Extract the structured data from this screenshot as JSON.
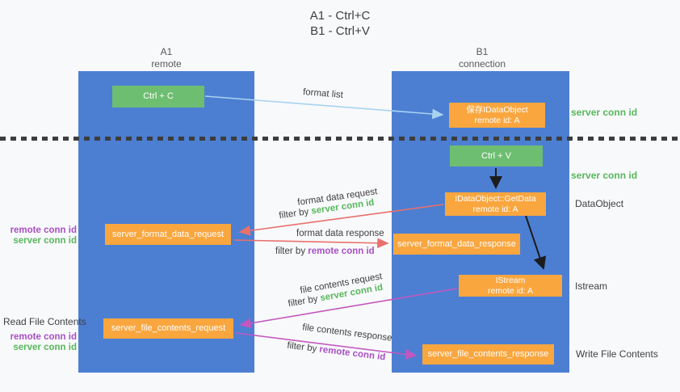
{
  "palette": {
    "background": "#f8f9fb",
    "column_blue": "#4c7fd2",
    "box_green": "#6ebe71",
    "box_orange": "#f9a63f",
    "text_dark": "#3f3f3f",
    "text_green": "#57b75b",
    "text_purple": "#a94fc4",
    "arrow_blue": "#a8d3f0",
    "arrow_red": "#e8706c",
    "arrow_purple": "#c257bf",
    "arrow_black": "#1c1c1c"
  },
  "title": {
    "line1": "A1 - Ctrl+C",
    "line2": "B1 - Ctrl+V"
  },
  "columns": {
    "left": {
      "name": "A1",
      "role": "remote"
    },
    "right": {
      "name": "B1",
      "role": "connection"
    }
  },
  "nodes": {
    "ctrl_c": "Ctrl + C",
    "ctrl_v": "Ctrl + V",
    "save_dataobject": {
      "line1": "保存IDataObject",
      "line2": "remote id: A"
    },
    "getdata": {
      "line1": "IDataObject::GetData",
      "line2": "remote id: A"
    },
    "istream": {
      "line1": "IStream",
      "line2": "remote id: A"
    },
    "format_request": "server_format_data_request",
    "format_response": "server_format_data_response",
    "file_request": "server_file_contents_request",
    "file_response": "server_file_contents_response"
  },
  "arrow_labels": {
    "format_list": "format list",
    "format_data_request": "format data request",
    "format_data_response": "format data response",
    "file_contents_request": "file contents request",
    "file_contents_response": "file contents response",
    "filter_by": "filter by ",
    "server_conn_id": "server conn id",
    "remote_conn_id": "remote conn id"
  },
  "side_labels": {
    "server_conn_id_top": "server conn id",
    "server_conn_id_mid": "server conn id",
    "dataobject": "DataObject",
    "istream": "Istream",
    "write_file_contents": "Write File Contents",
    "read_file_contents": "Read File Contents",
    "remote_conn_id": "remote conn id",
    "server_conn_id": "server conn id"
  }
}
